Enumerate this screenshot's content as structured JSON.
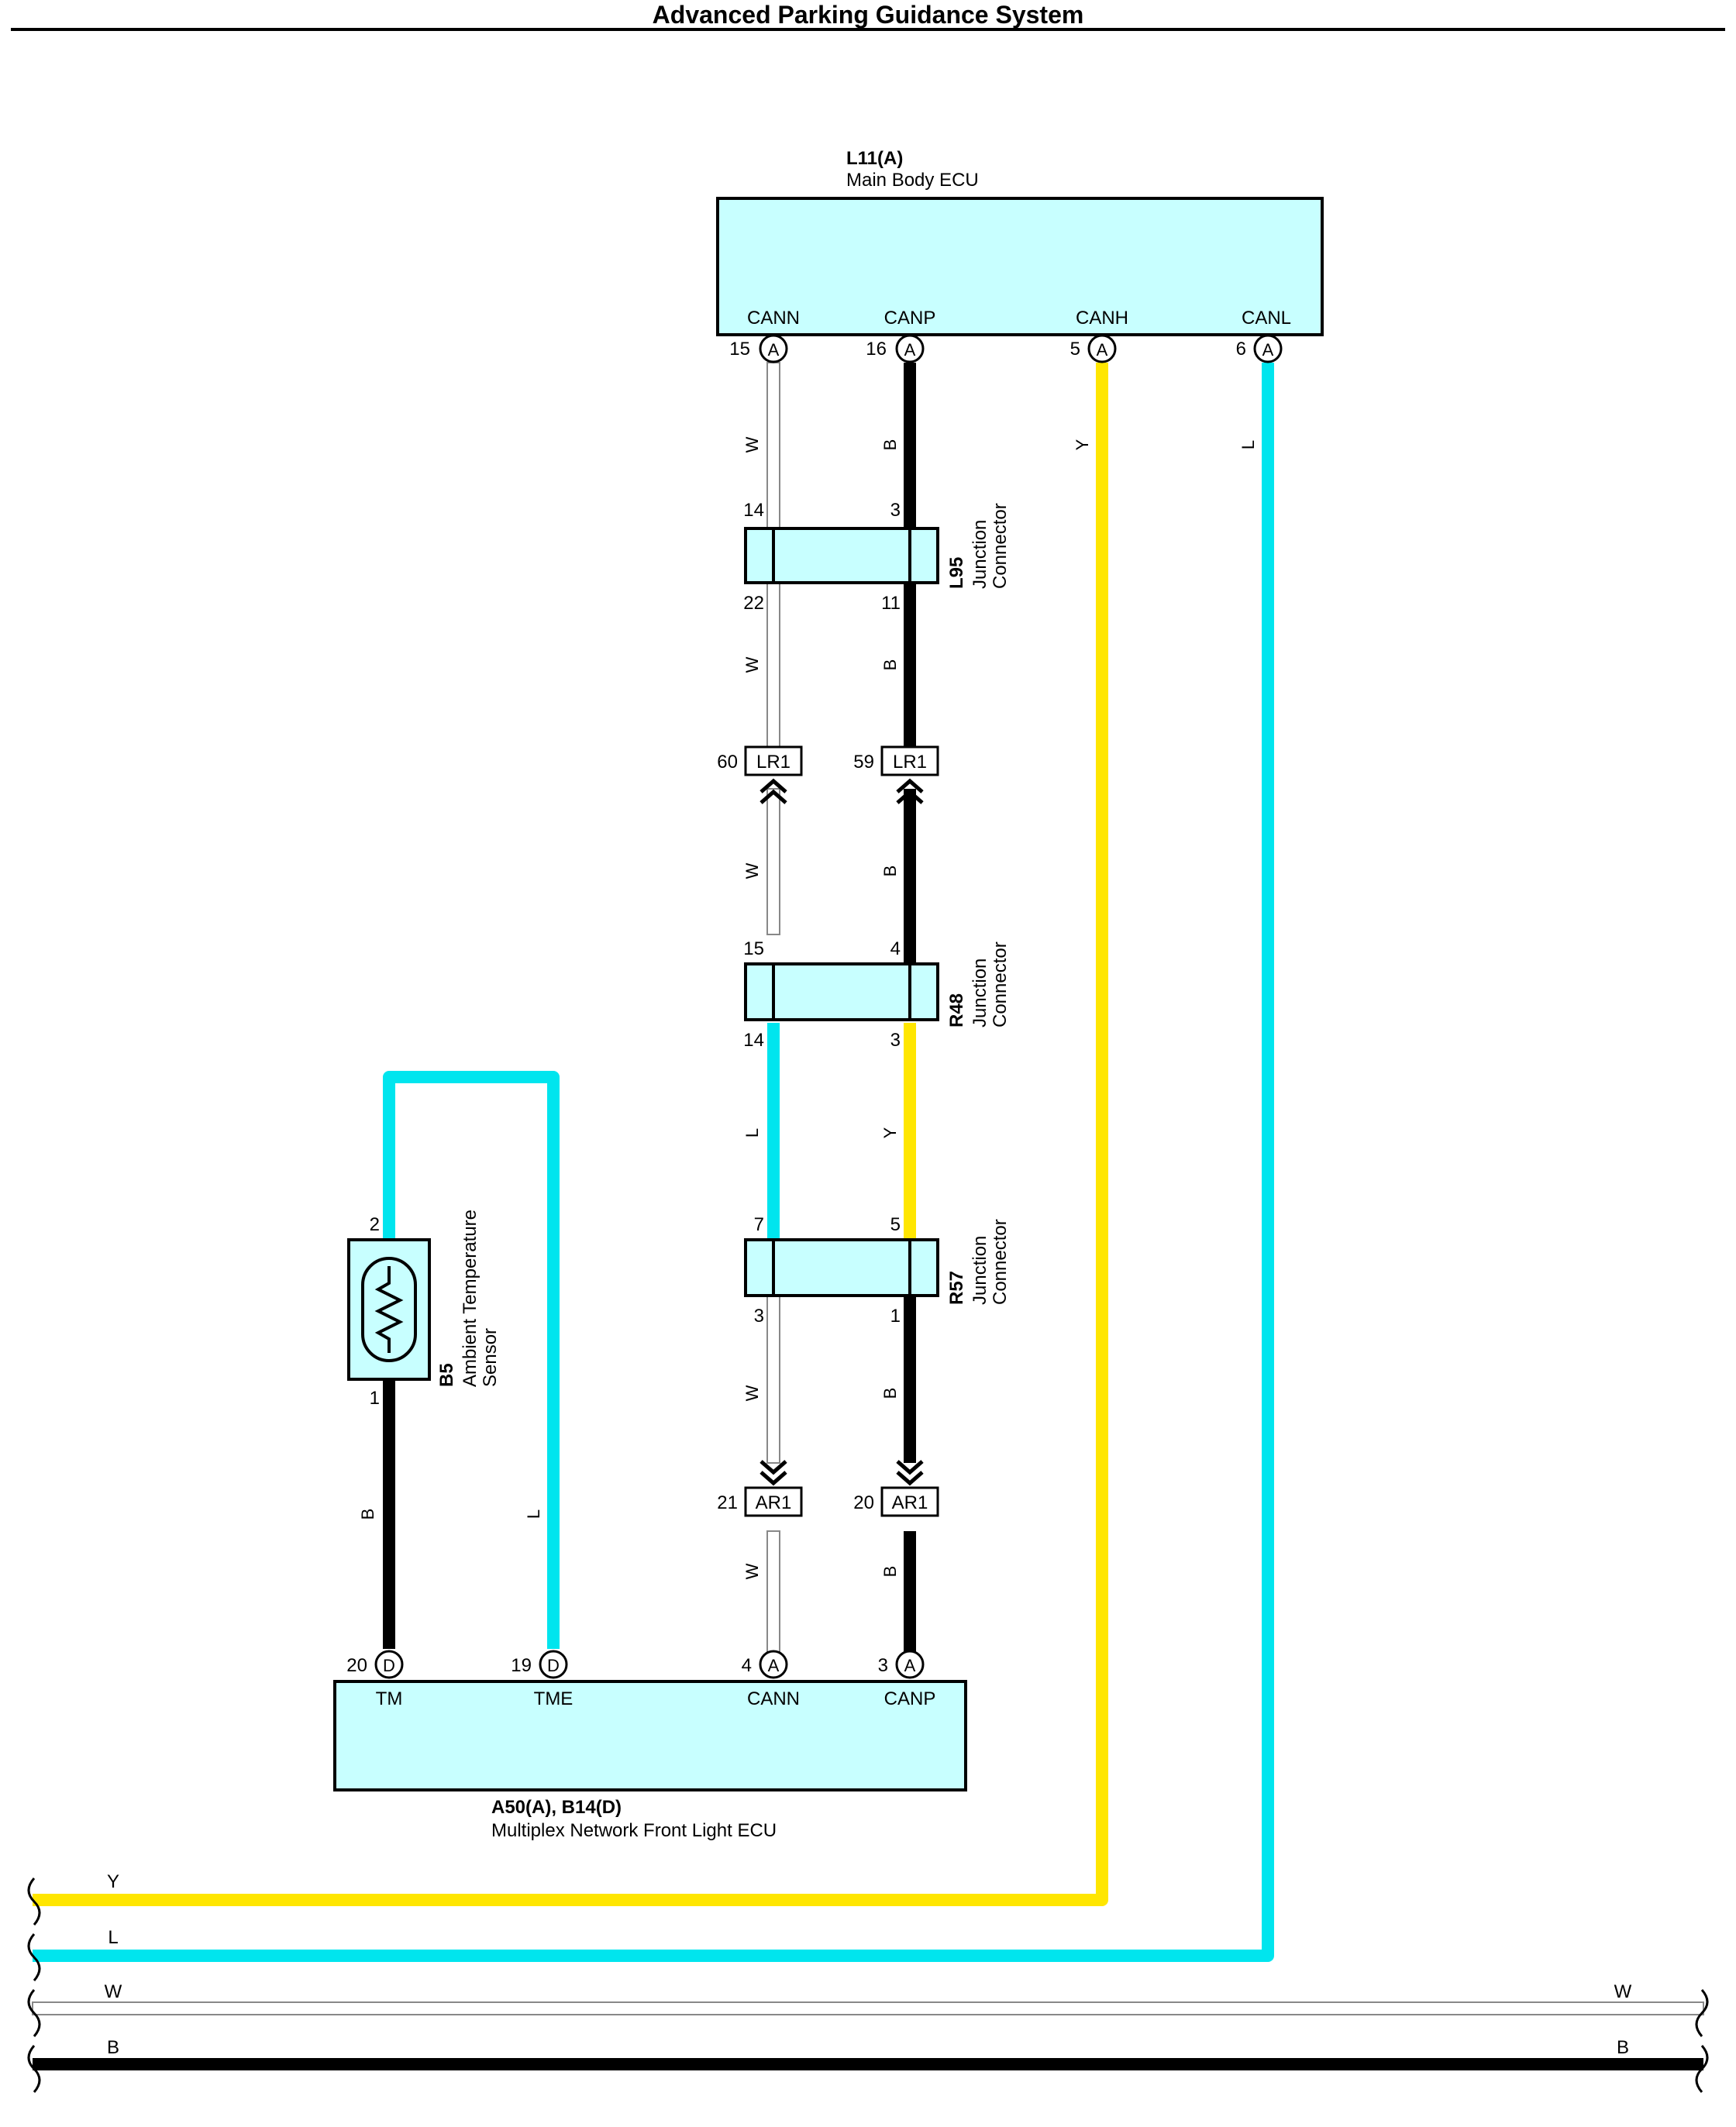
{
  "title": "Advanced Parking Guidance System",
  "colors": {
    "yellow_wire": "#FFE600",
    "blue_wire": "#00E5EE",
    "black_wire": "#000000",
    "white_wire_outline": "#888888",
    "component_fill": "#C8FFFF"
  },
  "main_body_ecu": {
    "ref": "L11(A)",
    "name": "Main Body ECU",
    "pins": [
      {
        "label": "CANN",
        "num": "15",
        "conn": "A",
        "wire": "W"
      },
      {
        "label": "CANP",
        "num": "16",
        "conn": "A",
        "wire": "B"
      },
      {
        "label": "CANH",
        "num": "5",
        "conn": "A",
        "wire": "Y"
      },
      {
        "label": "CANL",
        "num": "6",
        "conn": "A",
        "wire": "L"
      }
    ]
  },
  "junction_l95": {
    "ref": "L95",
    "name1": "Junction",
    "name2": "Connector",
    "pin_tl": "14",
    "pin_tr": "3",
    "pin_bl": "22",
    "pin_br": "11"
  },
  "connector_lr1": {
    "left_num": "60",
    "right_num": "59",
    "label": "LR1"
  },
  "junction_r48": {
    "ref": "R48",
    "name1": "Junction",
    "name2": "Connector",
    "pin_tl": "15",
    "pin_tr": "4",
    "pin_bl": "14",
    "pin_br": "3"
  },
  "junction_r57": {
    "ref": "R57",
    "name1": "Junction",
    "name2": "Connector",
    "pin_tl": "7",
    "pin_tr": "5",
    "pin_bl": "3",
    "pin_br": "1"
  },
  "connector_ar1": {
    "left_num": "21",
    "right_num": "20",
    "label": "AR1"
  },
  "sensor_b5": {
    "ref": "B5",
    "name1": "Ambient Temperature",
    "name2": "Sensor",
    "pin_top": "2",
    "pin_bottom": "1"
  },
  "front_light_ecu": {
    "ref": "A50(A), B14(D)",
    "name": "Multiplex Network Front Light ECU",
    "pins": [
      {
        "label": "TM",
        "num": "20",
        "conn": "D"
      },
      {
        "label": "TME",
        "num": "19",
        "conn": "D"
      },
      {
        "label": "CANN",
        "num": "4",
        "conn": "A"
      },
      {
        "label": "CANP",
        "num": "3",
        "conn": "A"
      }
    ]
  },
  "wire_labels": {
    "w": "W",
    "b": "B",
    "y": "Y",
    "l": "L"
  },
  "bus": {
    "y": "Y",
    "l": "L",
    "w_left": "W",
    "w_right": "W",
    "b_left": "B",
    "b_right": "B"
  }
}
